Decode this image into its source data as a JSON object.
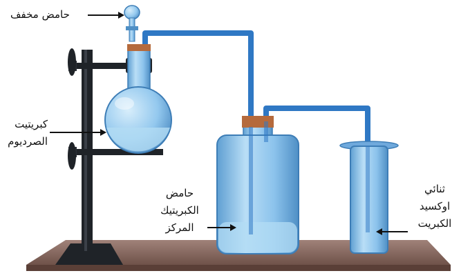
{
  "labels": {
    "dilute_acid": "حامض مخفف",
    "sodium_sulfite_line1": "كبريتيت",
    "sodium_sulfite_line2": "الصرديوم",
    "conc_acid_line1": "حامض",
    "conc_acid_line2": "الكبريتيك",
    "conc_acid_line3": "المركز",
    "so2_line1": "ثنائي",
    "so2_line2": "اوكسيد",
    "so2_line3": "الكبريت"
  },
  "colors": {
    "glass": "#8fc4ec",
    "glass_dark": "#4f8fc5",
    "tube": "#2f78c4",
    "stand": "#1f2328",
    "base_board": "#8e6e63",
    "cork": "#b56a3c",
    "liquid": "#a9d6f2"
  }
}
